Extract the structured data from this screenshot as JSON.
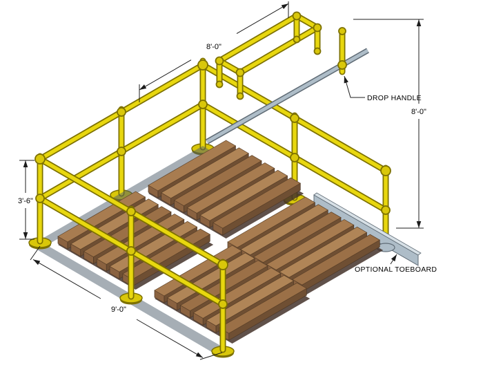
{
  "drawing": {
    "type": "isometric-cad-guardrail-with-pallets",
    "dimensions": {
      "top_width": "8'-0\"",
      "right_height": "8'-0\"",
      "left_rail_height": "3'-6\"",
      "bottom_depth": "9'-0\""
    },
    "callouts": {
      "drop_handle": "DROP HANDLE",
      "optional_toeboard": "OPTIONAL TOEBOARD"
    },
    "colors": {
      "background": "#ffffff",
      "rail_yellow": "#e8d70f",
      "rail_outline": "#7d7100",
      "fitting_yellow": "#d9c70a",
      "steel_gray": "#aebdc8",
      "steel_outline": "#5f6b75",
      "wood_top": "#a87c50",
      "wood_side": "#6f4f33",
      "wood_end": "#8a6240",
      "annotation": "#1c1c1c"
    }
  }
}
